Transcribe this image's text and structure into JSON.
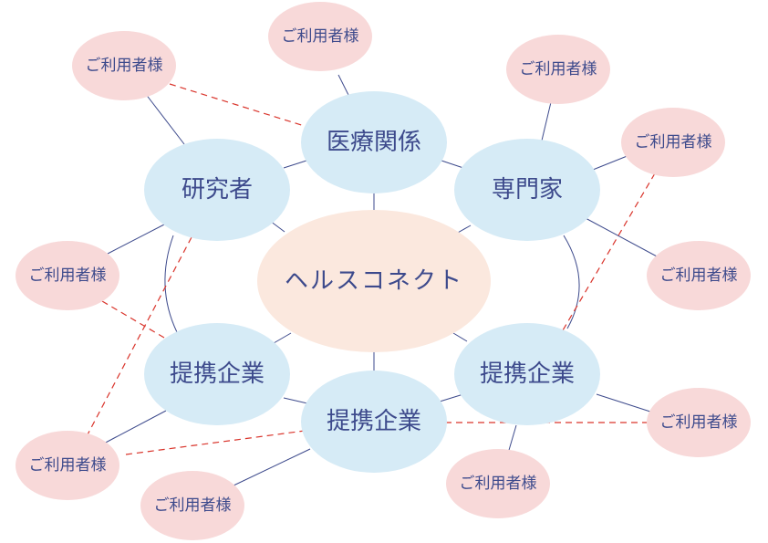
{
  "colors": {
    "hub_fill": "#d6ebf6",
    "center_fill": "#fbe8de",
    "user_fill": "#f8d9d9",
    "text": "#3d4a8c",
    "solid_line": "#3d4a8c",
    "dashed_line": "#d9342b"
  },
  "center": {
    "label": "ヘルスコネクト"
  },
  "hubs": {
    "medical": {
      "label": "医療関係"
    },
    "researcher": {
      "label": "研究者"
    },
    "expert": {
      "label": "専門家"
    },
    "partner_left": {
      "label": "提携企業"
    },
    "partner_bottom": {
      "label": "提携企業"
    },
    "partner_right": {
      "label": "提携企業"
    }
  },
  "users": {
    "top": {
      "label": "ご利用者様"
    },
    "top_left": {
      "label": "ご利用者様"
    },
    "top_right": {
      "label": "ご利用者様"
    },
    "right_upper": {
      "label": "ご利用者様"
    },
    "right_middle": {
      "label": "ご利用者様"
    },
    "right_lower": {
      "label": "ご利用者様"
    },
    "bottom_center": {
      "label": "ご利用者様"
    },
    "bottom_left": {
      "label": "ご利用者様"
    },
    "left_lower": {
      "label": "ご利用者様"
    },
    "left_middle": {
      "label": "ご利用者様"
    }
  }
}
